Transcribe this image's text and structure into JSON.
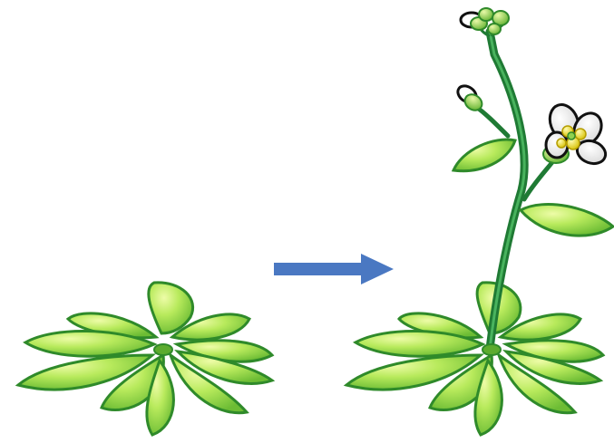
{
  "scene": {
    "subject": "rosette-to-flowering-plant",
    "left_panel": "rosette-plant",
    "right_panel": "flowering-plant",
    "connector": "arrow-right-icon"
  },
  "colors": {
    "leaf_light": "#d6f57a",
    "leaf_mid": "#a6e04c",
    "leaf_dark": "#5cab2e",
    "leaf_outline": "#2f8a2a",
    "stem": "#1f7a34",
    "stem_highlight": "#3fa556",
    "arrow": "#4a78c2",
    "petal": "#ffffff",
    "petal_outline": "#222222",
    "anther": "#f2e21a",
    "bud": "#9bcf4f"
  }
}
